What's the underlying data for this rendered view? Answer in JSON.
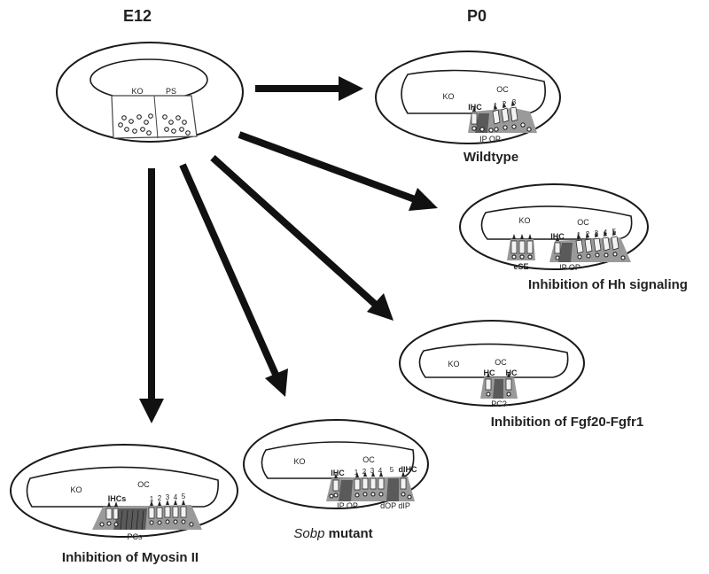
{
  "headers": {
    "e12": "E12",
    "p0": "P0"
  },
  "e12_labels": {
    "ko": "KO",
    "ps": "PS"
  },
  "wildtype": {
    "ko": "KO",
    "oc": "OC",
    "ihc": "IHC",
    "rows": [
      "1",
      "2",
      "3"
    ],
    "bottom": "IP OP",
    "caption": "Wildtype"
  },
  "hh": {
    "ko": "KO",
    "oc": "OC",
    "ihc": "IHC",
    "rows": [
      "1",
      "2",
      "3",
      "4",
      "5"
    ],
    "ese": "eSE",
    "bottom": "IP OP",
    "caption": "Inhibition of Hh signaling"
  },
  "fgf": {
    "ko": "KO",
    "oc": "OC",
    "hc_left": "HC",
    "hc_right": "HC",
    "pc": "PC?",
    "caption": "Inhibition of Fgf20-Fgfr1"
  },
  "sobp": {
    "ko": "KO",
    "oc": "OC",
    "ihc": "IHC",
    "rows": [
      "1",
      "2",
      "3",
      "4",
      "5"
    ],
    "dihc": "dIHC",
    "bottom_left": "IP OP",
    "bottom_right": "dOP dIP",
    "caption_italic": "Sobp",
    "caption_rest": " mutant"
  },
  "myosin": {
    "ko": "KO",
    "oc": "OC",
    "ihc": "IHCs",
    "rows": [
      "1",
      "2",
      "3",
      "4",
      "5"
    ],
    "pcs": "PCs",
    "caption": "Inhibition of Myosin II"
  }
}
